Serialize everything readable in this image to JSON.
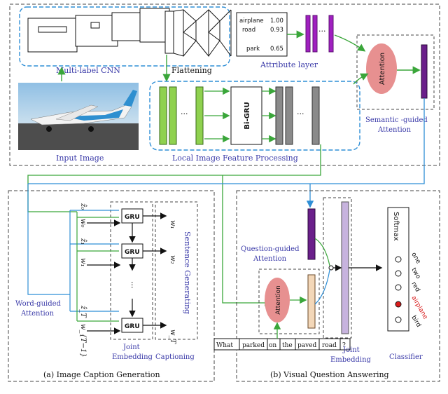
{
  "top": {
    "multilabel_cnn": "Multi-label CNN",
    "flattening": "Flattening",
    "attribute_layer": "Attribute layer",
    "input_image": "Input Image",
    "local_processing": "Local Image Feature Processing",
    "semantic_guided_1": "Semantic -guided",
    "semantic_guided_2": "Attention",
    "attention": "Attention",
    "bigru": "Bi-GRU",
    "dots": "···",
    "attributes": [
      {
        "name": "airplane",
        "score": "1.00"
      },
      {
        "name": "road",
        "score": "0.93"
      },
      {
        "name": "park",
        "score": "0.65"
      }
    ]
  },
  "caption_panel": {
    "caption": "(a) Image Caption Generation",
    "word_guided_1": "Word-guided",
    "word_guided_2": "Attention",
    "joint_1": "Joint",
    "joint_2": "Embedding",
    "captioning": "Captioning",
    "sentence_generating": "Sentence Generating",
    "gru": "GRU",
    "inputs": [
      "ẑ₀",
      "w₀",
      "ẑ₁",
      "w₁",
      "ẑ_T",
      "w_{T−1}"
    ],
    "outputs": [
      "w₁",
      "w₂",
      "w_T"
    ]
  },
  "vqa_panel": {
    "caption": "(b) Visual Question Answering",
    "question_guided_1": "Question-guided",
    "question_guided_2": "Attention",
    "attention": "Attention",
    "joint_1": "Joint",
    "joint_2": "Embedding",
    "classifier": "Classifier",
    "softmax": "Softmax",
    "answers": [
      "one",
      "two",
      "red",
      "airplane",
      "bird"
    ],
    "question_words": [
      "What",
      "parked",
      "on",
      "the",
      "paved",
      "road",
      "?"
    ]
  },
  "colors": {
    "green": "#3aa63a",
    "blue": "#2f8fd6",
    "purple": "#6a1f8a",
    "label": "#3a3aa8",
    "highlight": "#d81b1b"
  }
}
